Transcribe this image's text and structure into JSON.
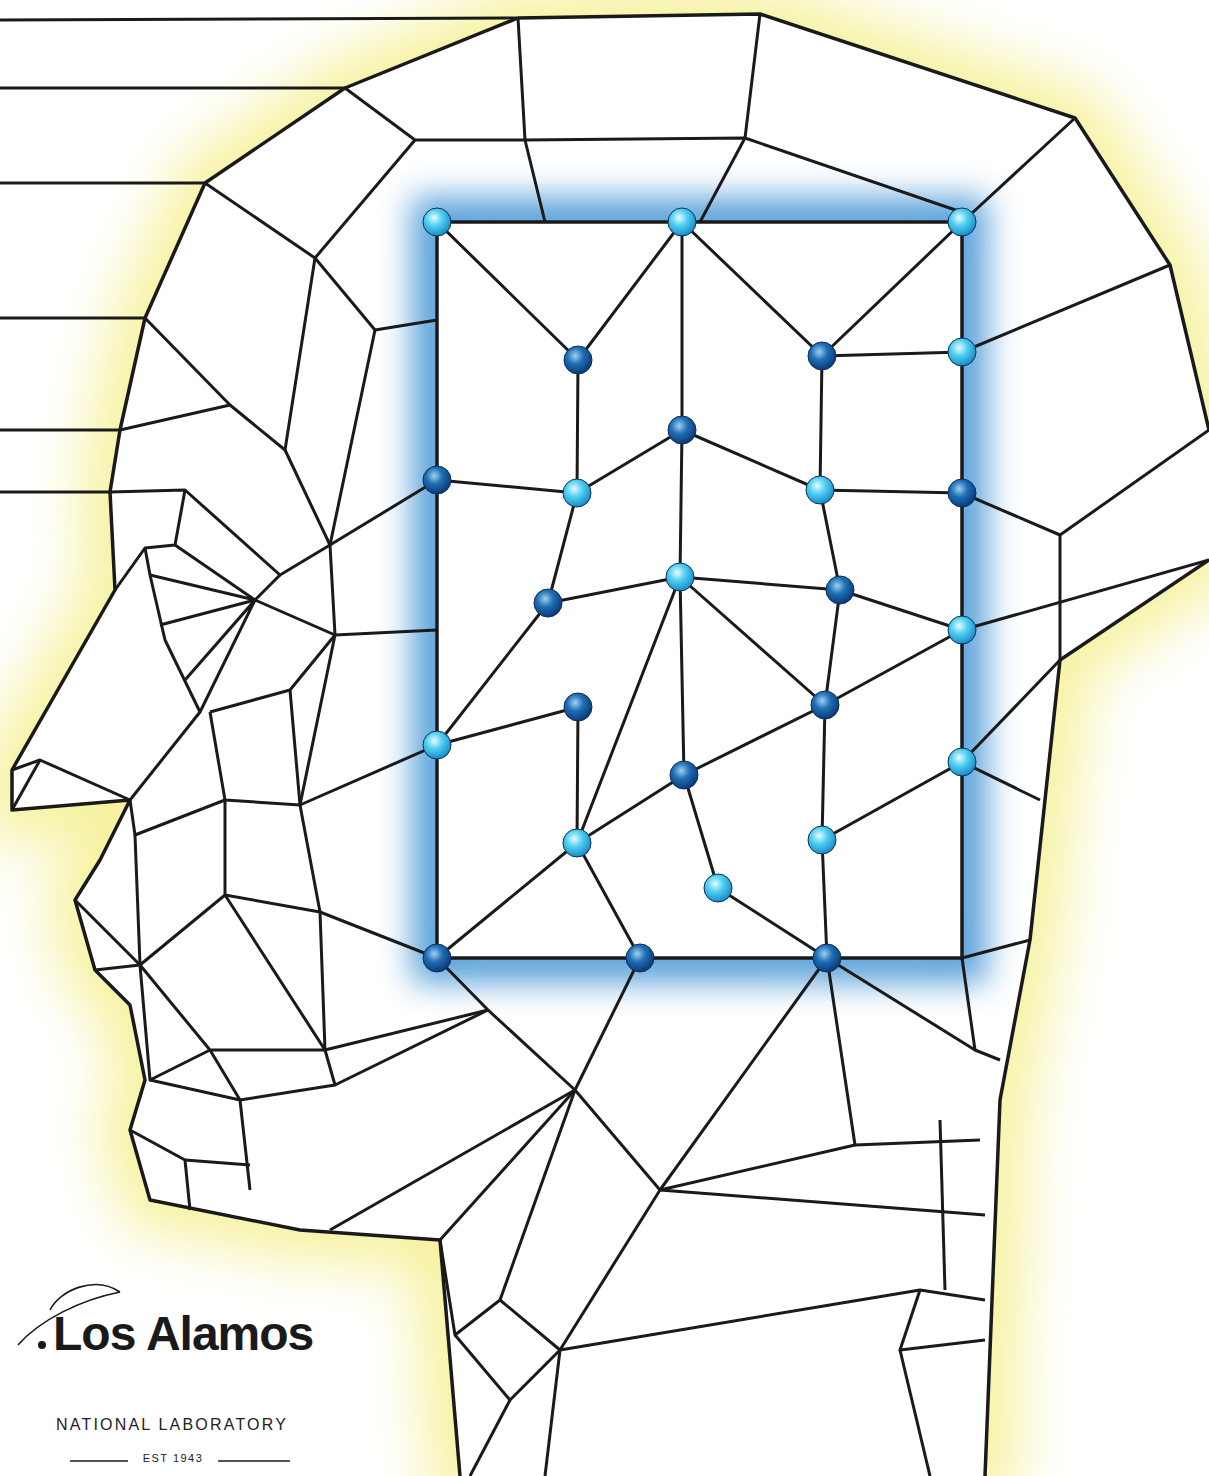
{
  "diagram": {
    "labels": [
      "Los Alamos",
      "NATIONAL LABORATORY",
      "EST 1943"
    ]
  }
}
